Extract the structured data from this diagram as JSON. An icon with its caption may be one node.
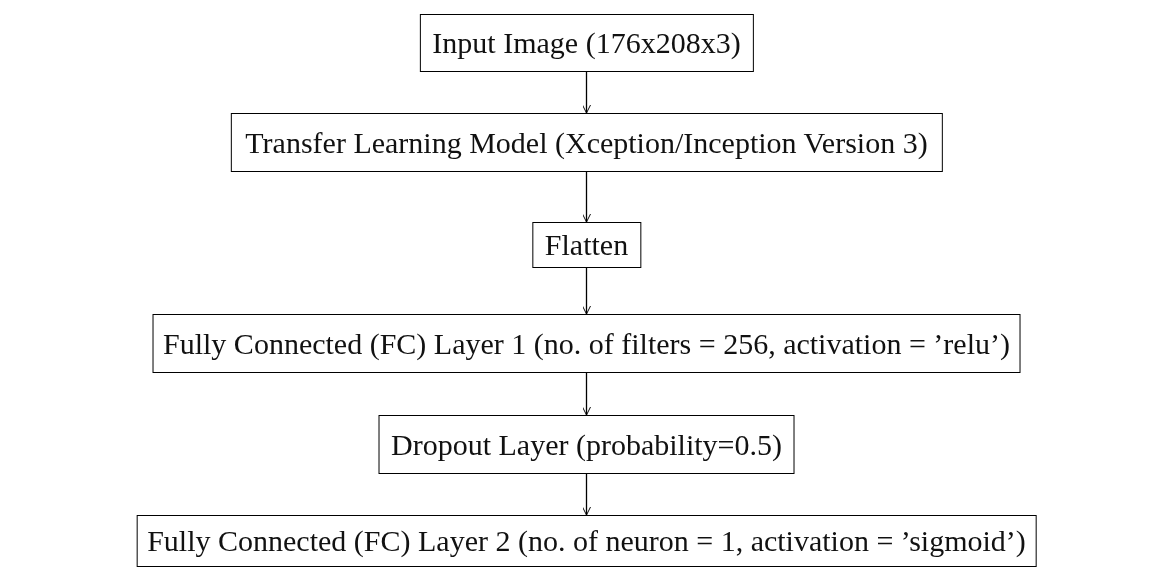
{
  "diagram": {
    "nodes": [
      {
        "text": [
          "Input Image (176x208x3)"
        ]
      },
      {
        "text": [
          "Transfer Learning Model (Xception/Inception Version 3)"
        ]
      },
      {
        "text": [
          "Flatten"
        ]
      },
      {
        "text": [
          "Fully Connected (FC) Layer 1 (no. of filters = 256, activation = ’relu’)"
        ]
      },
      {
        "text": [
          "Dropout Layer (probability=0.5)"
        ]
      },
      {
        "text": [
          "Fully Connected (FC) Layer 2 (no. of neuron = 1, activation = ’sigmoid’)"
        ]
      }
    ],
    "edges": [
      {
        "from": 0,
        "to": 1,
        "arrow": "to"
      },
      {
        "from": 1,
        "to": 2,
        "arrow": "to"
      },
      {
        "from": 2,
        "to": 3,
        "arrow": "to"
      },
      {
        "from": 3,
        "to": 4,
        "arrow": "to"
      },
      {
        "from": 4,
        "to": 5,
        "arrow": "to"
      }
    ]
  }
}
